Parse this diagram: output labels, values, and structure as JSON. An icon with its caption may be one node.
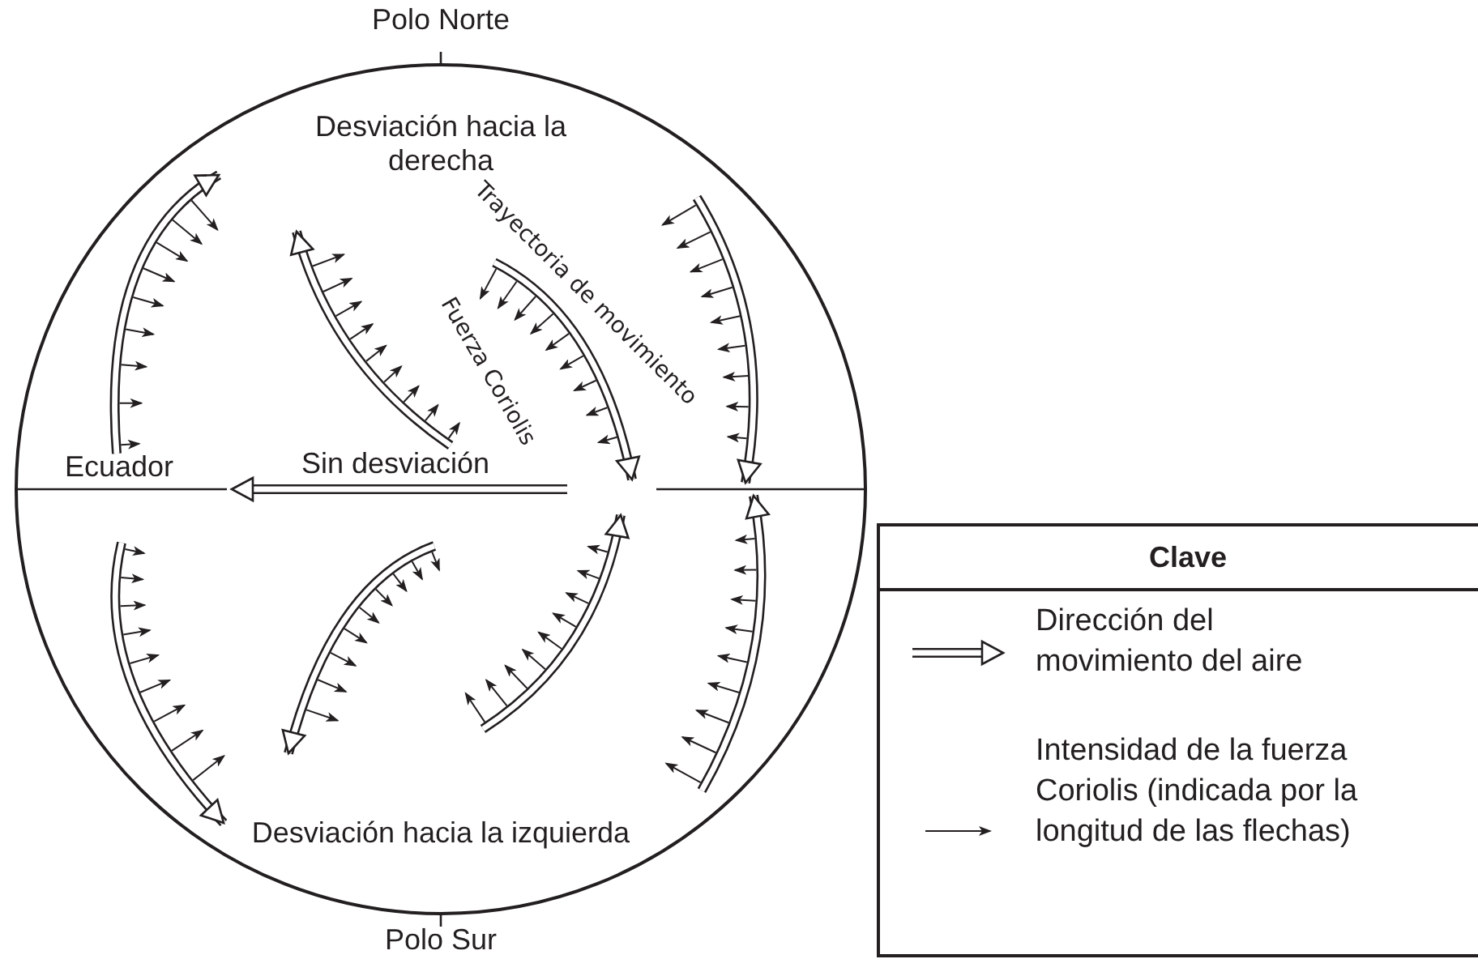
{
  "diagram": {
    "labels": [
      "Polo Norte",
      "Desviación hacia la derecha",
      "Trayectoria de movimiento",
      "Fuerza Coriolis",
      "Ecuador",
      "Sin desviación",
      "Clave",
      "Desviación hacia la izquierda",
      "Polo Sur"
    ],
    "legend": [
      {
        "text": "Dirección del movimiento del aire"
      },
      {
        "text": "Intensidad de la fuerza Coriolis (indicada por la longitud de las flechas)"
      }
    ]
  }
}
